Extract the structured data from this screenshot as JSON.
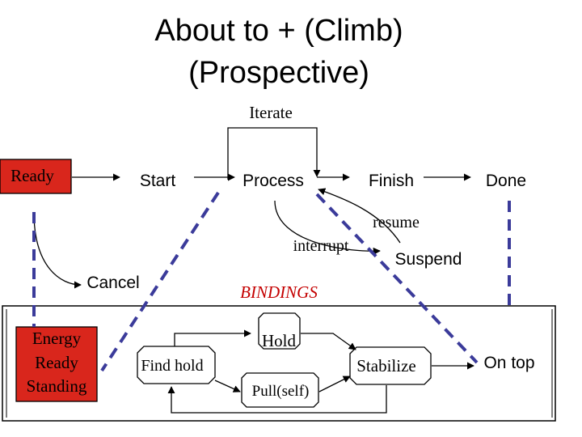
{
  "title": {
    "line1": "About to + (Climb)",
    "line2": "(Prospective)"
  },
  "states": {
    "ready": "Ready",
    "start": "Start",
    "process": "Process",
    "finish": "Finish",
    "done": "Done",
    "cancel": "Cancel",
    "suspend": "Suspend"
  },
  "transitions": {
    "iterate": "Iterate",
    "resume": "resume",
    "interrupt": "interrupt"
  },
  "bindings": {
    "heading": "BINDINGS",
    "energy": [
      "Energy",
      "Ready",
      "Standing"
    ],
    "find_hold": "Find hold",
    "hold": "Hold",
    "pull_self": "Pull(self)",
    "stabilize": "Stabilize",
    "on_top": "On top"
  },
  "colors": {
    "ready_fill": "#d9261c",
    "energy_fill": "#d9261c",
    "dashed_line": "#3b3b9a",
    "ink": "#000000"
  }
}
